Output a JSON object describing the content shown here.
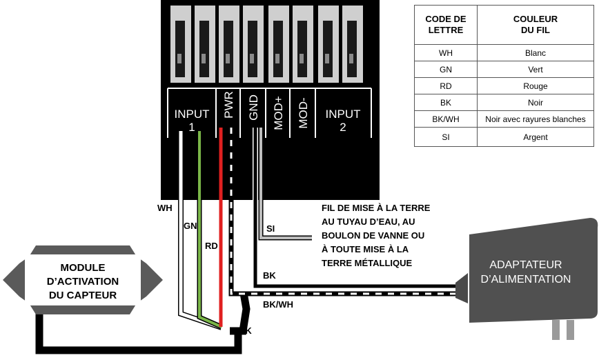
{
  "terminals": {
    "input1": [
      "INPUT",
      "1"
    ],
    "pwr": "PWR",
    "gnd": "GND",
    "mod_plus": "MOD+",
    "mod_minus": "MOD-",
    "input2": [
      "INPUT",
      "2"
    ]
  },
  "wire_labels": {
    "wh": "WH",
    "gn": "GN",
    "rd": "RD",
    "si": "SI",
    "bk_adapter": "BK",
    "bkwh": "BK/WH",
    "bk_bottom": "BK"
  },
  "ground_note": [
    "FIL DE MISE À LA TERRE",
    "AU TUYAU D’EAU, AU",
    "BOULON DE VANNE OU",
    "À TOUTE MISE À LA",
    "TERRE MÉTALLIQUE"
  ],
  "module": [
    "MODULE",
    "D’ACTIVATION",
    "DU CAPTEUR"
  ],
  "adapter": [
    "ADAPTATEUR",
    "D’ALIMENTATION"
  ],
  "legend": {
    "headers": [
      [
        "CODE DE",
        "LETTRE"
      ],
      [
        "COULEUR",
        "DU FIL"
      ]
    ],
    "rows": [
      {
        "code": "WH",
        "color": "Blanc"
      },
      {
        "code": "GN",
        "color": "Vert"
      },
      {
        "code": "RD",
        "color": "Rouge"
      },
      {
        "code": "BK",
        "color": "Noir"
      },
      {
        "code": "BK/WH",
        "color": "Noir avec rayures blanches"
      },
      {
        "code": "SI",
        "color": "Argent"
      }
    ]
  },
  "colors": {
    "terminal_block": "#000000",
    "wire_white": "#ffffff",
    "wire_green": "#7ab648",
    "wire_red": "#e02020",
    "wire_black": "#000000",
    "wire_silver": "#bdbdbd",
    "adapter_body": "#505050"
  }
}
